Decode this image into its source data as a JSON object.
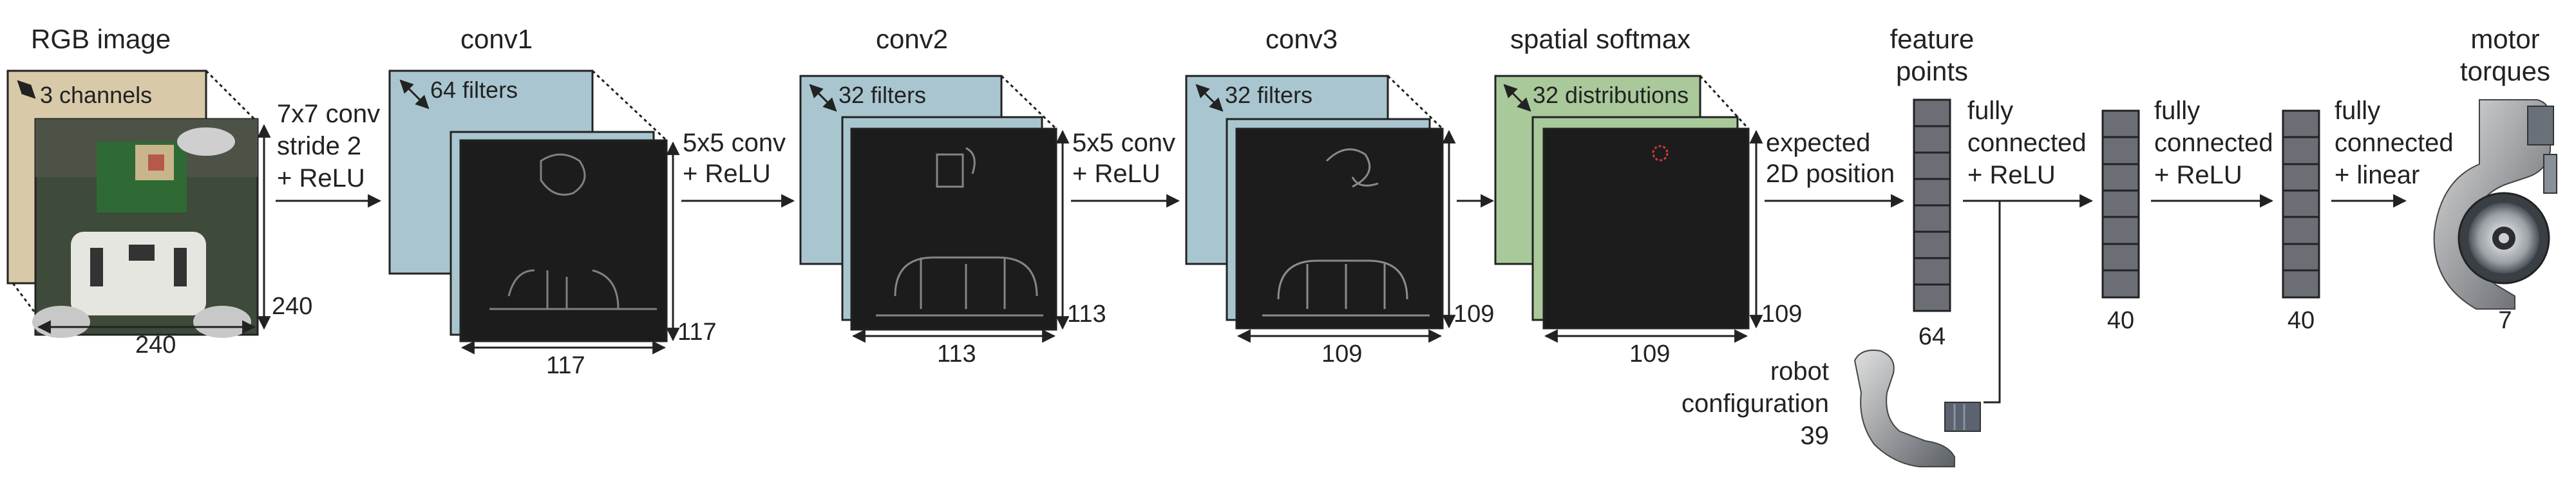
{
  "layers": {
    "rgb": {
      "title": "RGB image",
      "channels": "3 channels",
      "width": "240",
      "height": "240"
    },
    "conv1": {
      "title": "conv1",
      "filters": "64 filters",
      "size": "117"
    },
    "conv2": {
      "title": "conv2",
      "filters": "32 filters",
      "size": "113"
    },
    "conv3": {
      "title": "conv3",
      "filters": "32 filters",
      "size": "109"
    },
    "softmax": {
      "title": "spatial softmax",
      "filters": "32 distributions",
      "size": "109"
    },
    "feature": {
      "title_l1": "feature",
      "title_l2": "points",
      "size": "64"
    },
    "fc1": {
      "size": "40"
    },
    "fc2": {
      "size": "40"
    },
    "motor": {
      "title_l1": "motor",
      "title_l2": "torques",
      "size": "7"
    }
  },
  "ops": {
    "op1": {
      "l1": "7x7 conv",
      "l2": "stride 2",
      "l3": "+ ReLU"
    },
    "op2": {
      "l1": "5x5 conv",
      "l2": "+ ReLU"
    },
    "op3": {
      "l1": "5x5 conv",
      "l2": "+ ReLU"
    },
    "op5": {
      "l1": "expected",
      "l2": "2D position"
    },
    "op6": {
      "l1": "fully",
      "l2": "connected",
      "l3": "+ ReLU"
    },
    "op7": {
      "l1": "fully",
      "l2": "connected",
      "l3": "+ ReLU"
    },
    "op8": {
      "l1": "fully",
      "l2": "connected",
      "l3": "+ linear"
    }
  },
  "robot_config": {
    "l1": "robot",
    "l2": "configuration",
    "l3": "39"
  },
  "colors": {
    "rgb_layer": "#d8c9a8",
    "conv_layer": "#a9c6d0",
    "softmax_layer": "#a9c99a",
    "feature_map": "#1c1c1c",
    "vector_cell": "#6b6f75"
  }
}
